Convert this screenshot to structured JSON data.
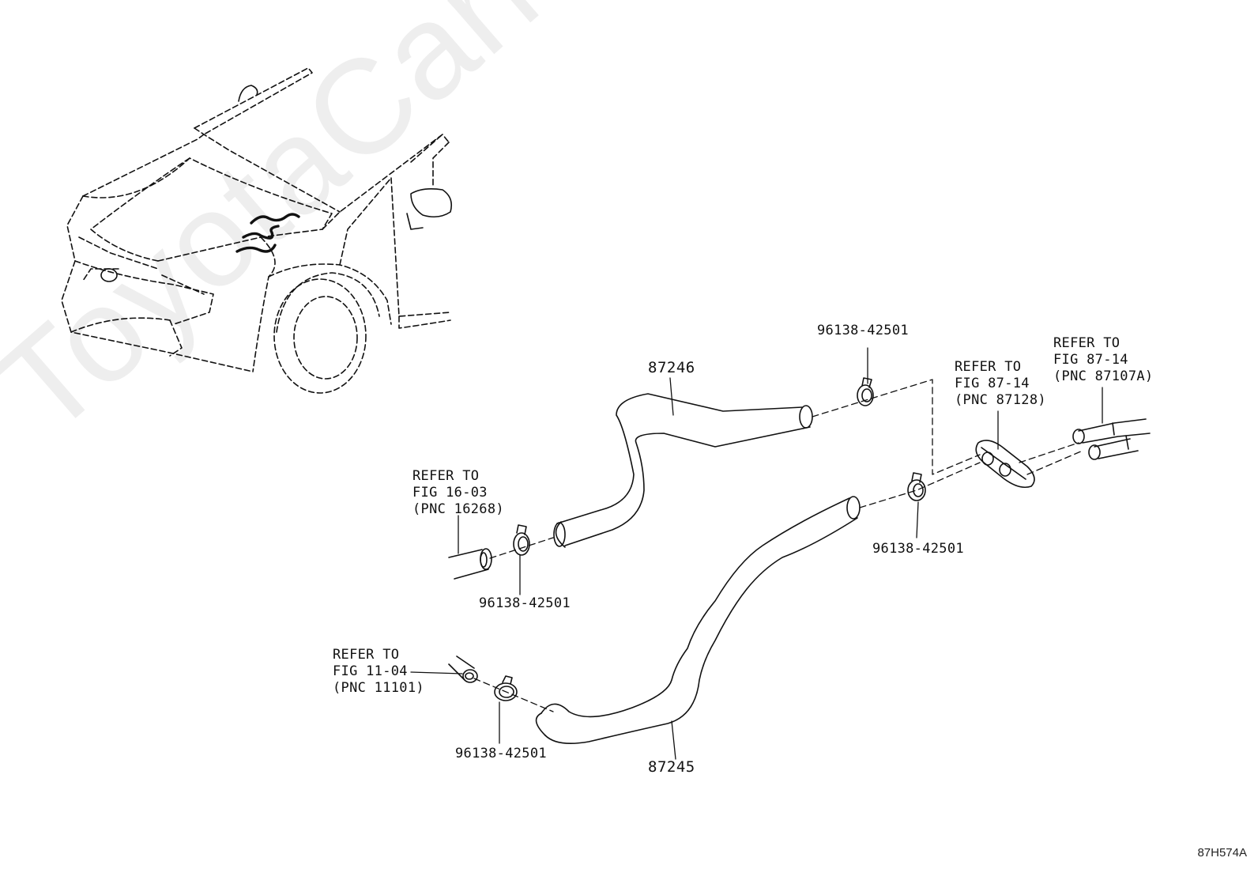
{
  "watermark": "ToyotaCarMine.ru",
  "figure_code": "87H574A",
  "parts": {
    "hose_upper": "87246",
    "hose_lower": "87245",
    "clamp": "96138-42501"
  },
  "refs": {
    "fig_16_03": {
      "line1": "REFER TO",
      "line2": "FIG 16-03",
      "line3": "(PNC 16268)"
    },
    "fig_11_04": {
      "line1": "REFER TO",
      "line2": "FIG 11-04",
      "line3": "(PNC 11101)"
    },
    "fig_87_14_grommet": {
      "line1": "REFER TO",
      "line2": "FIG 87-14",
      "line3": "(PNC 87128)"
    },
    "fig_87_14_pipes": {
      "line1": "REFER TO",
      "line2": "FIG 87-14",
      "line3": "(PNC 87107A)"
    }
  }
}
